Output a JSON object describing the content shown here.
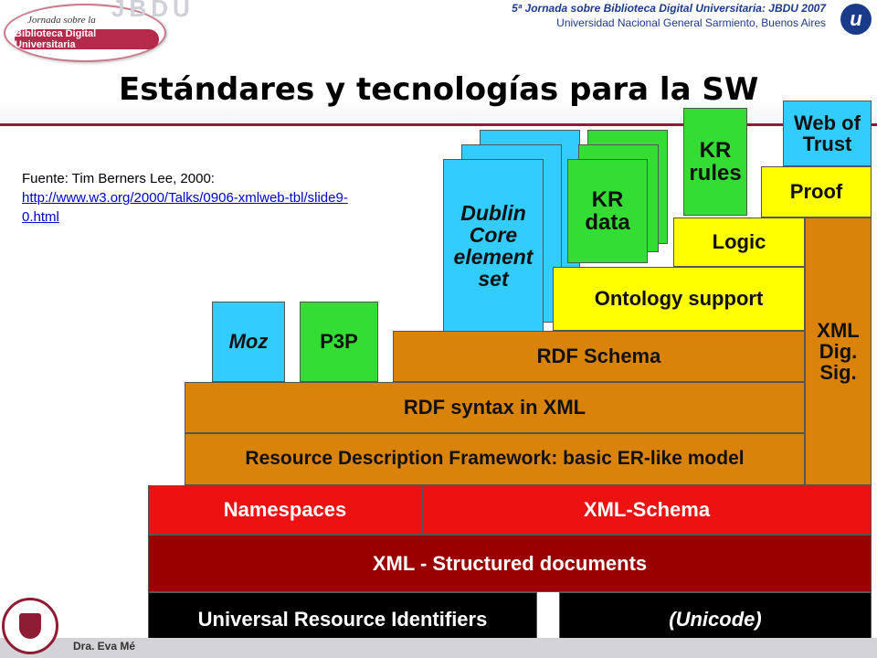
{
  "header": {
    "logo_small_text": "Jornada sobre la",
    "logo_banner_text": "Biblioteca Digital Universitaria",
    "logo_watermark": "JBDU",
    "event_line": "5ª Jornada sobre Biblioteca Digital Universitaria: JBDU 2007",
    "university_line": "Universidad Nacional General Sarmiento, Buenos Aires"
  },
  "slide": {
    "title": "Estándares y tecnologías para la SW",
    "source_label": "Fuente: Tim Berners Lee, 2000:",
    "source_url": "http://www.w3.org/2000/Talks/0906-xmlweb-tbl/slide9-0.html"
  },
  "diagram": {
    "web_of_trust": "Web of Trust",
    "proof": "Proof",
    "logic": "Logic",
    "kr_rules": "KR rules",
    "kr_data": "KR data",
    "dublin_core": "Dublin Core element set",
    "ontology_support": "Ontology support",
    "xml_dig_sig": "XML Dig. Sig.",
    "moz": "Moz",
    "p3p": "P3P",
    "rdf_schema": "RDF Schema",
    "rdf_syntax": "RDF syntax in XML",
    "rdf_model": "Resource Description Framework: basic ER-like model",
    "namespaces": "Namespaces",
    "xml_schema": "XML-Schema",
    "xml_structured": "XML - Structured documents",
    "uri": "Universal Resource Identifiers",
    "unicode": "(Unicode)"
  },
  "footer": {
    "author": "Dra. Eva Mé"
  },
  "colors": {
    "cyan": "#33ccff",
    "green": "#33dd33",
    "yellow": "#ffff00",
    "orange": "#d9830a",
    "red": "#ee1111",
    "maroon": "#990000",
    "black": "#000000",
    "accent": "#8e1c32"
  }
}
